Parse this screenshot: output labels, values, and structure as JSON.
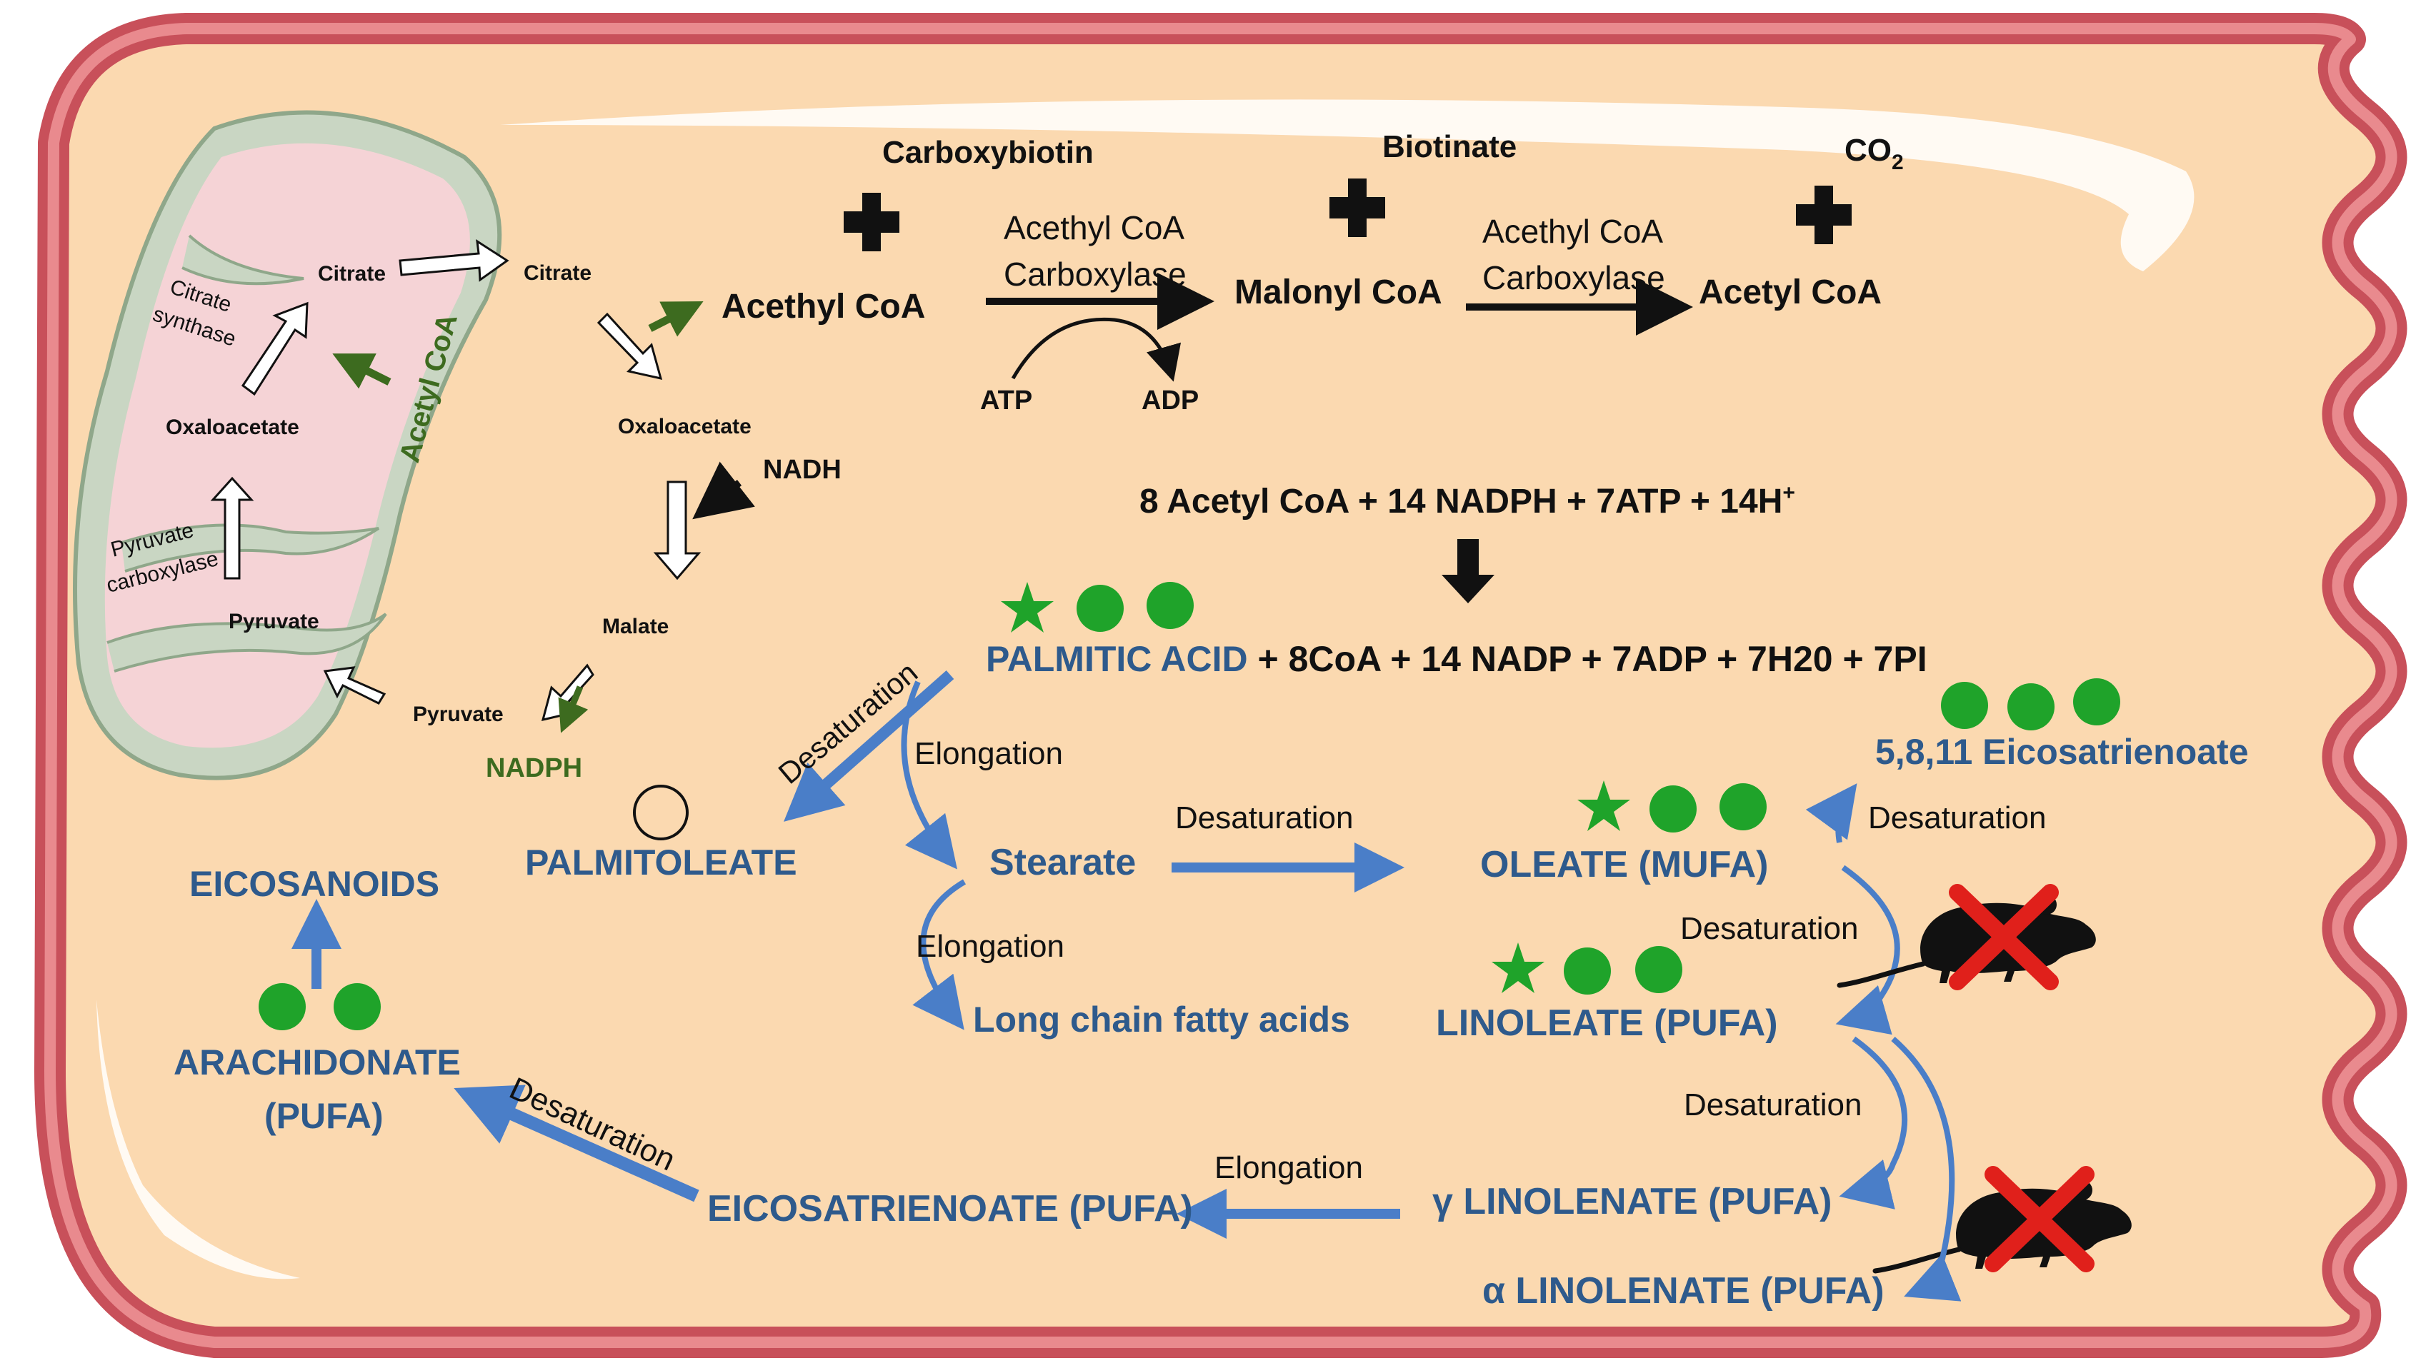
{
  "colors": {
    "cytoplasm": "#fbd9b0",
    "membrane_outer": "#c8505a",
    "membrane_inner": "#e98a8e",
    "mito_outer": "#c9d6c3",
    "mito_matrix": "#f5d3d6",
    "blue_text": "#2e5a8c",
    "arrow_blue": "#4a7ec8",
    "green_arrow": "#3d6b1f",
    "marker_green": "#1fa32a",
    "cross_red": "#e0201b"
  },
  "mitochondrion": {
    "citrate": "Citrate",
    "citrate_synthase_1": "Citrate",
    "citrate_synthase_2": "synthase",
    "acetyl_coa": "Acetyl CoA",
    "oxaloacetate": "Oxaloacetate",
    "pyruvate_carboxylase_1": "Pyruvate",
    "pyruvate_carboxylase_2": "carboxylase",
    "pyruvate": "Pyruvate"
  },
  "cytosol_shuttle": {
    "citrate": "Citrate",
    "oxaloacetate": "Oxaloacetate",
    "nadh": "NADH",
    "malate": "Malate",
    "pyruvate": "Pyruvate",
    "nadph": "NADPH"
  },
  "carboxylation": {
    "carboxybiotin": "Carboxybiotin",
    "biotinate": "Biotinate",
    "co2_base": "CO",
    "co2_sub": "2",
    "acetyl_coa_1": "Acethyl CoA",
    "enzyme1_line1": "Acethyl CoA",
    "enzyme1_line2": "Carboxylase",
    "malonyl_coa": "Malonyl CoA",
    "enzyme2_line1": "Acethyl CoA",
    "enzyme2_line2": "Carboxylase",
    "acetyl_coa_2": "Acetyl CoA",
    "atp": "ATP",
    "adp": "ADP"
  },
  "synthesis": {
    "equation": "8 Acetyl CoA + 14 NADPH + 7ATP + 14H",
    "equation_sup": "+",
    "palmitic_acid": "PALMITIC ACID",
    "products": " + 8CoA + 14 NADP +  7ADP + 7H20 + 7PI"
  },
  "pathway": {
    "desaturation_palmitoleate": "Desaturation",
    "palmitoleate": "PALMITOLEATE",
    "elongation_1": "Elongation",
    "stearate": "Stearate",
    "desaturation_oleate": "Desaturation",
    "oleate": "OLEATE (MUFA)",
    "elongation_2": "Elongation",
    "long_chain": "Long chain fatty acids",
    "linoleate": "LINOLEATE (PUFA)",
    "eicosatrienoate_5811": "5,8,11 Eicosatrienoate",
    "desaturation_5811": "Desaturation",
    "desaturation_linoleate": "Desaturation",
    "desaturation_gamma": "Desaturation",
    "gamma_linolenate": "γ LINOLENATE (PUFA)",
    "alpha_linolenate": "α LINOLENATE (PUFA)",
    "elongation_3": "Elongation",
    "eicosatrienoate": "EICOSATRIENOATE (PUFA)",
    "desaturation_arachidonate": "Desaturation",
    "arachidonate_1": "ARACHIDONATE",
    "arachidonate_2": "(PUFA)",
    "eicosanoids": "EICOSANOIDS"
  }
}
